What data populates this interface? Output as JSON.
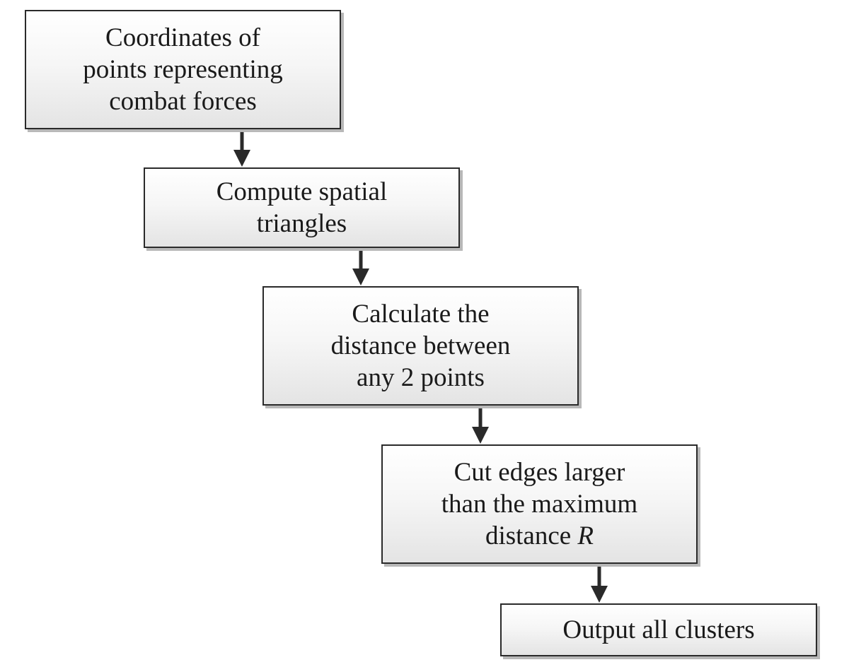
{
  "flowchart": {
    "steps": [
      {
        "lines": [
          "Coordinates of",
          "points representing",
          "combat forces"
        ]
      },
      {
        "lines": [
          "Compute spatial",
          "triangles"
        ]
      },
      {
        "lines": [
          "Calculate the",
          "distance between",
          "any 2 points"
        ]
      },
      {
        "lines": [
          "Cut edges larger",
          "than the maximum",
          "distance "
        ],
        "variable": "R"
      },
      {
        "lines": [
          "Output all clusters"
        ]
      }
    ]
  }
}
